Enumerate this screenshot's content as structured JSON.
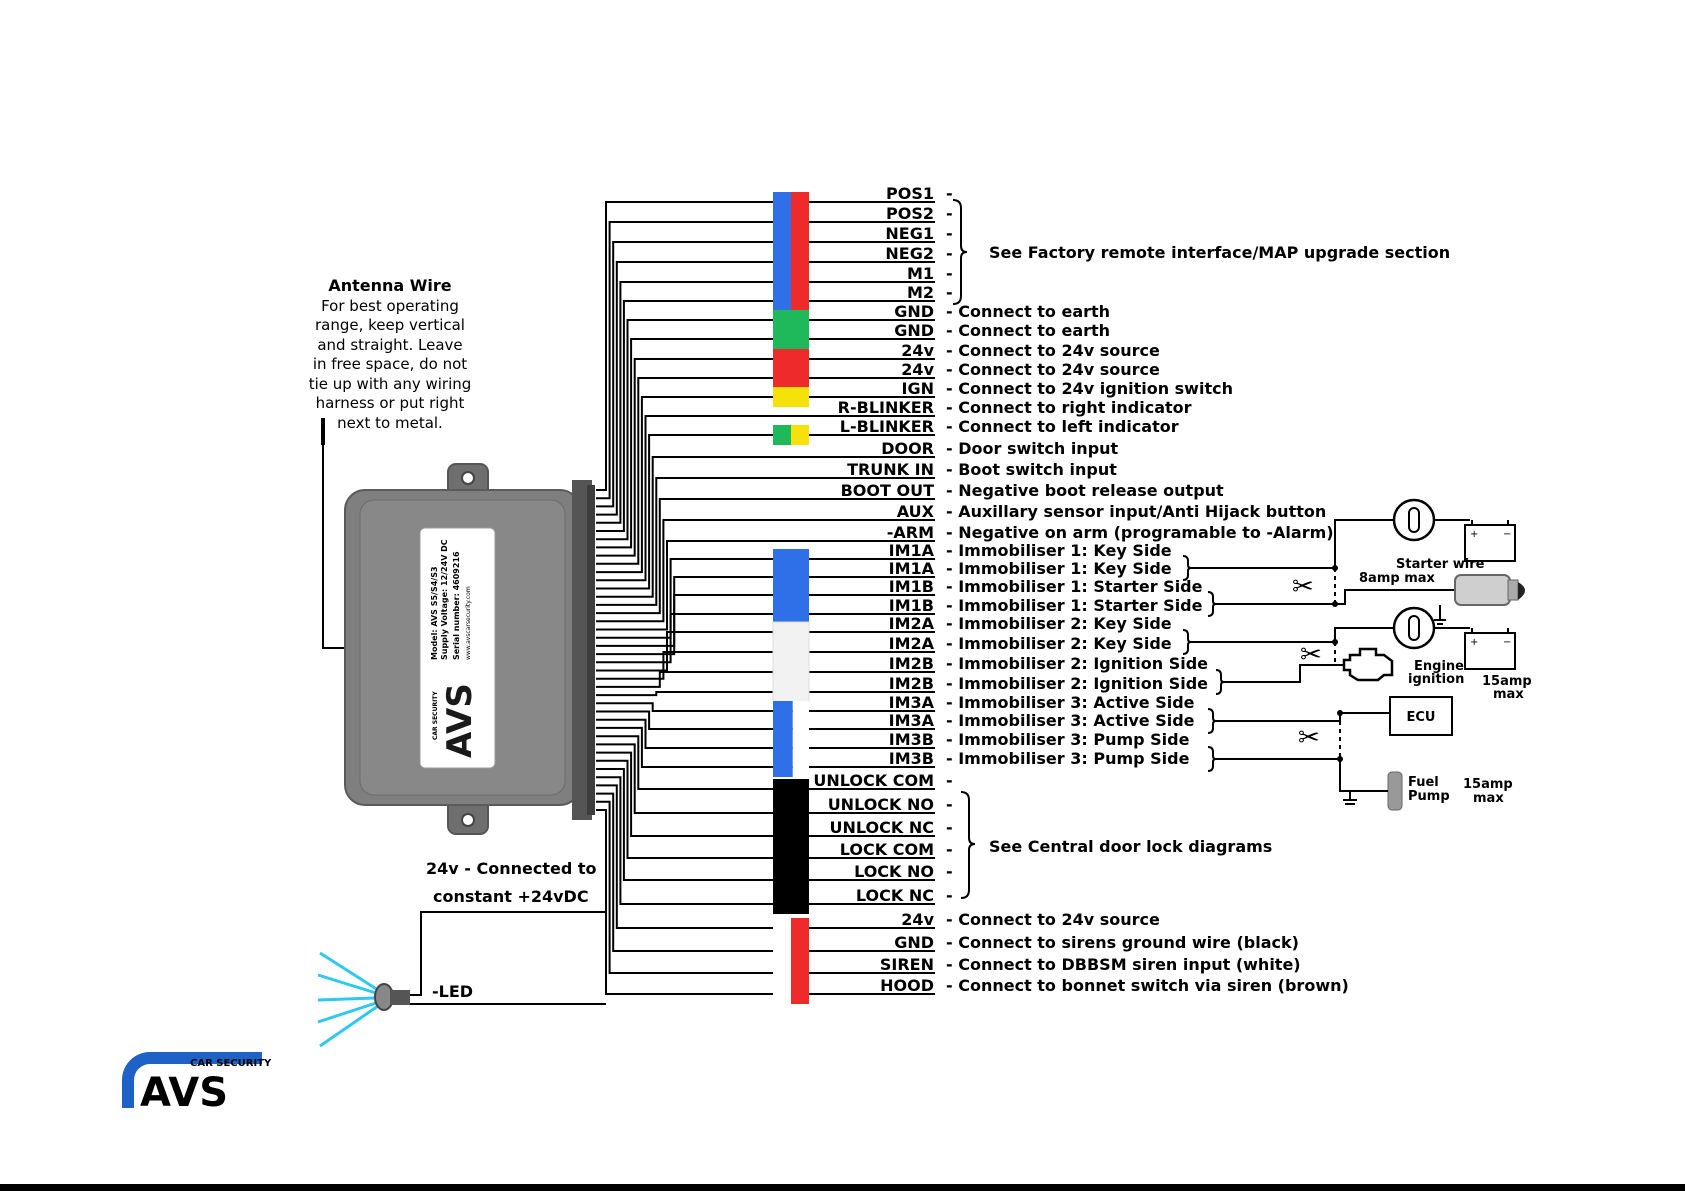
{
  "antenna": {
    "title": "Antenna Wire",
    "text": [
      "For best operating",
      "range, keep vertical",
      "and straight. Leave",
      "in free space, do not",
      "tie up with any wiring",
      "harness or put right",
      "next to metal."
    ]
  },
  "module_label": {
    "model": "Model: AVS S5/S4/S3",
    "supply": "Supply Voltage: 12/24V DC",
    "serial": "Serial number: 4609216",
    "web": "www.avscarsecurity.com",
    "brand": "AVS",
    "brand_sub": "CAR SECURITY"
  },
  "logo": {
    "brand": "AVS",
    "sub": "CAR SECURITY"
  },
  "power_note": [
    "24v - Connected to",
    "constant +24vDC"
  ],
  "led_label": "-LED",
  "groups": [
    {
      "text": "See Factory remote interface/MAP upgrade section"
    },
    {
      "text": "See Central door lock diagrams"
    }
  ],
  "wires": [
    {
      "name": "POS1",
      "desc": "",
      "color": "#2f6fe8"
    },
    {
      "name": "POS2",
      "desc": "",
      "color": "#2f6fe8"
    },
    {
      "name": "NEG1",
      "desc": "",
      "color": "#2f6fe8"
    },
    {
      "name": "NEG2",
      "desc": "",
      "color": "#2f6fe8"
    },
    {
      "name": "M1",
      "desc": "",
      "color": "#2f6fe8"
    },
    {
      "name": "M2",
      "desc": "",
      "color": "#2f6fe8"
    },
    {
      "name": "GND",
      "desc": "Connect to earth",
      "color": "#1fb85a"
    },
    {
      "name": "GND",
      "desc": "Connect to earth",
      "color": "#1fb85a"
    },
    {
      "name": "24v",
      "desc": "Connect to 24v source",
      "color": "#ee2a2a"
    },
    {
      "name": "24v",
      "desc": "Connect to 24v source",
      "color": "#ee2a2a"
    },
    {
      "name": "IGN",
      "desc": "Connect to 24v ignition switch",
      "color": "#f6e20a"
    },
    {
      "name": "R-BLINKER",
      "desc": "Connect to right indicator",
      "color": "#f6e20a"
    },
    {
      "name": "L-BLINKER",
      "desc": "Connect to left indicator",
      "color": "#1fb85a"
    },
    {
      "name": "DOOR",
      "desc": "Door switch input",
      "color": ""
    },
    {
      "name": "TRUNK IN",
      "desc": "Boot switch input",
      "color": ""
    },
    {
      "name": "BOOT OUT",
      "desc": "Negative boot release output",
      "color": ""
    },
    {
      "name": "AUX",
      "desc": "Auxillary sensor input/Anti Hijack button",
      "color": ""
    },
    {
      "name": "-ARM",
      "desc": "Negative on arm (programable to -Alarm)",
      "color": ""
    },
    {
      "name": "IM1A",
      "desc": "Immobiliser 1: Key Side",
      "color": "#2f6fe8"
    },
    {
      "name": "IM1A",
      "desc": "Immobiliser 1: Key Side",
      "color": "#2f6fe8"
    },
    {
      "name": "IM1B",
      "desc": "Immobiliser 1: Starter Side",
      "color": "#2f6fe8"
    },
    {
      "name": "IM1B",
      "desc": "Immobiliser 1: Starter Side",
      "color": "#2f6fe8"
    },
    {
      "name": "IM2A",
      "desc": "Immobiliser 2: Key Side",
      "color": "#f2f2f2"
    },
    {
      "name": "IM2A",
      "desc": "Immobiliser 2: Key Side",
      "color": "#f2f2f2"
    },
    {
      "name": "IM2B",
      "desc": "Immobiliser 2: Ignition Side",
      "color": "#f2f2f2"
    },
    {
      "name": "IM2B",
      "desc": "Immobiliser 2: Ignition Side",
      "color": "#f2f2f2"
    },
    {
      "name": "IM3A",
      "desc": "Immobiliser 3: Active Side",
      "color": "#2f6fe8"
    },
    {
      "name": "IM3A",
      "desc": "Immobiliser 3: Active Side",
      "color": "#2f6fe8"
    },
    {
      "name": "IM3B",
      "desc": "Immobiliser 3: Pump Side",
      "color": "#2f6fe8"
    },
    {
      "name": "IM3B",
      "desc": "Immobiliser 3: Pump Side",
      "color": "#2f6fe8"
    },
    {
      "name": "UNLOCK COM",
      "desc": "",
      "color": "#000000"
    },
    {
      "name": "UNLOCK NO",
      "desc": "",
      "color": "#000000"
    },
    {
      "name": "UNLOCK NC",
      "desc": "",
      "color": "#000000"
    },
    {
      "name": "LOCK COM",
      "desc": "",
      "color": "#000000"
    },
    {
      "name": "LOCK NO",
      "desc": "",
      "color": "#000000"
    },
    {
      "name": "LOCK NC",
      "desc": "",
      "color": "#000000"
    },
    {
      "name": "24v",
      "desc": "Connect to 24v source",
      "color": "#ffffff"
    },
    {
      "name": "GND",
      "desc": "Connect to sirens ground wire (black)",
      "color": "#ffffff"
    },
    {
      "name": "SIREN",
      "desc": "Connect to DBBSM siren input (white)",
      "color": "#ffffff"
    },
    {
      "name": "HOOD",
      "desc": "Connect to bonnet switch via siren (brown)",
      "color": "#ffffff"
    }
  ],
  "components": {
    "starter_wire": [
      "Starter wire",
      "8amp max"
    ],
    "engine_ignition": [
      "Engine",
      "ignition"
    ],
    "amp15_a": [
      "15amp",
      "max"
    ],
    "ecu": "ECU",
    "fuel_pump": [
      "Fuel",
      "Pump"
    ],
    "amp15_b": [
      "15amp",
      "max"
    ]
  },
  "colors": {
    "blue": "#2f6fe8",
    "red": "#ee2a2a",
    "green": "#1fb85a",
    "yellow": "#f6e20a",
    "led_glow": "#2fc8f0",
    "module": "#7d7d7d"
  }
}
